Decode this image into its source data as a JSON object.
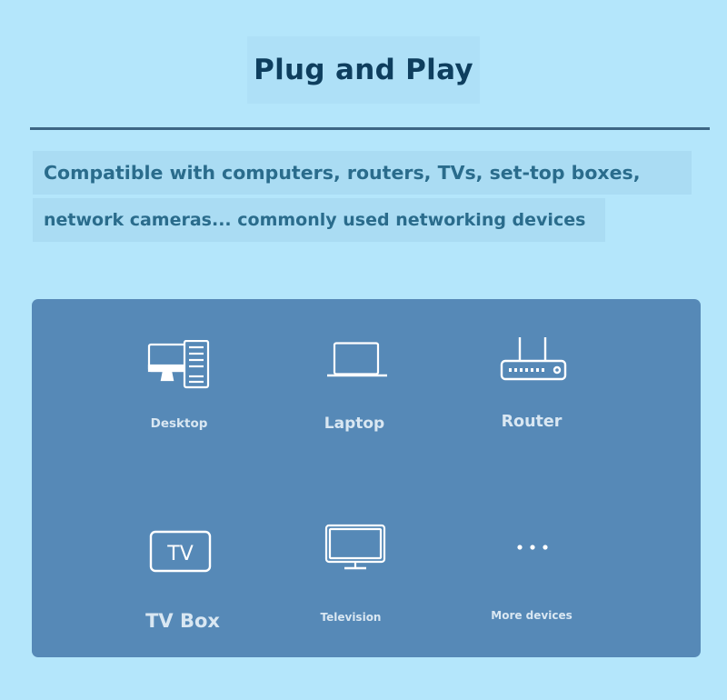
{
  "header": {
    "title": "Plug and Play"
  },
  "description": {
    "line1": "Compatible with computers, routers, TVs, set-top boxes,",
    "line2": "network cameras... commonly used networking devices"
  },
  "devices": [
    {
      "label": "Desktop",
      "icon": "desktop-icon"
    },
    {
      "label": "Laptop",
      "icon": "laptop-icon"
    },
    {
      "label": "Router",
      "icon": "router-icon"
    },
    {
      "label": "TV Box",
      "icon": "tv-box-icon",
      "icon_text": "TV"
    },
    {
      "label": "Television",
      "icon": "television-icon"
    },
    {
      "label": "More devices",
      "icon": "more-dots-icon"
    }
  ],
  "colors": {
    "background": "#b4e6fb",
    "title": "#0e3e5e",
    "subtitle": "#2a6c8c",
    "panel": "#5689b7",
    "icon": "#ffffff"
  }
}
